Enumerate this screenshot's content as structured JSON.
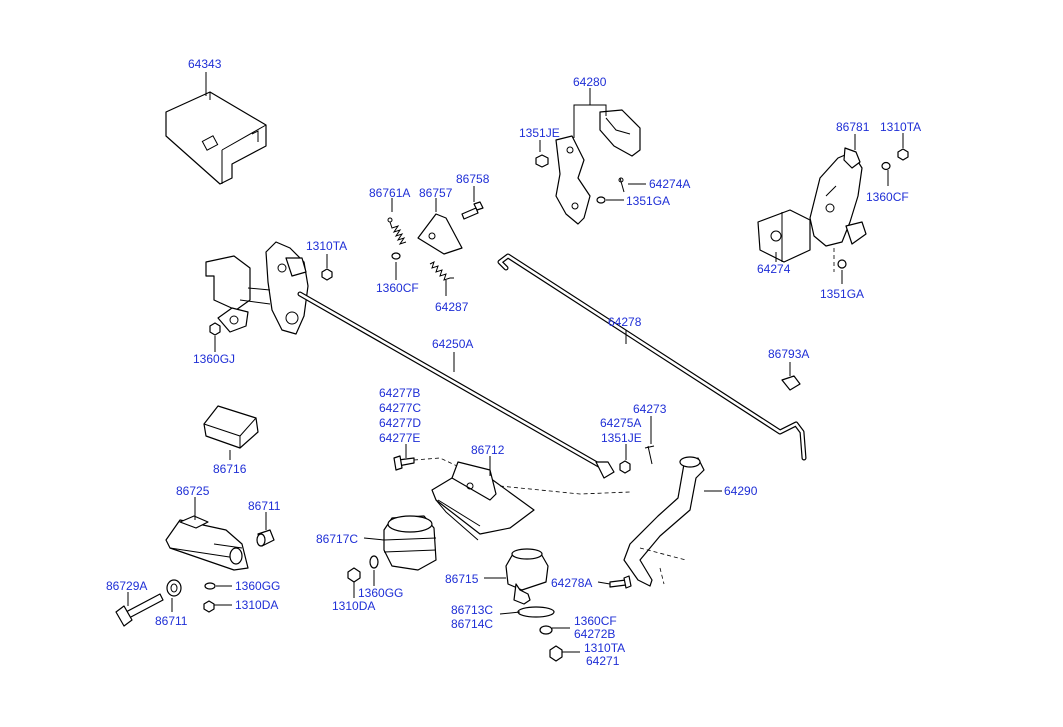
{
  "labels": {
    "p64343": "64343",
    "p64280": "64280",
    "p1351je_top": "1351JE",
    "p64274a": "64274A",
    "p1351ga_top": "1351GA",
    "p86781": "86781",
    "p1310ta_right": "1310TA",
    "p1360cf_right": "1360CF",
    "p64274": "64274",
    "p1351ga_right": "1351GA",
    "p86761a": "86761A",
    "p86757": "86757",
    "p86758": "86758",
    "p1310ta_left": "1310TA",
    "p1360cf_left": "1360CF",
    "p64287": "64287",
    "p1360gj": "1360GJ",
    "p64250a": "64250A",
    "p64278": "64278",
    "p86793a": "86793A",
    "p64277b": "64277B",
    "p64277c": "64277C",
    "p64277d": "64277D",
    "p64277e": "64277E",
    "p86712": "86712",
    "p64273": "64273",
    "p64275a": "64275A",
    "p1351je_mid": "1351JE",
    "p86716": "86716",
    "p86725": "86725",
    "p86711_top": "86711",
    "p64290": "64290",
    "p86717c": "86717C",
    "p86715": "86715",
    "p64278a": "64278A",
    "p86729a": "86729A",
    "p1360gg_left": "1360GG",
    "p1310da_left": "1310DA",
    "p86711_bottom": "86711",
    "p1360gg_mid": "1360GG",
    "p1310da_mid": "1310DA",
    "p86713c": "86713C",
    "p86714c": "86714C",
    "p1360cf_bottom": "1360CF",
    "p64272b": "64272B",
    "p1310ta_bottom": "1310TA",
    "p64271": "64271"
  },
  "colors": {
    "label": "#1f2fd6",
    "line": "#000000",
    "background": "#ffffff"
  }
}
